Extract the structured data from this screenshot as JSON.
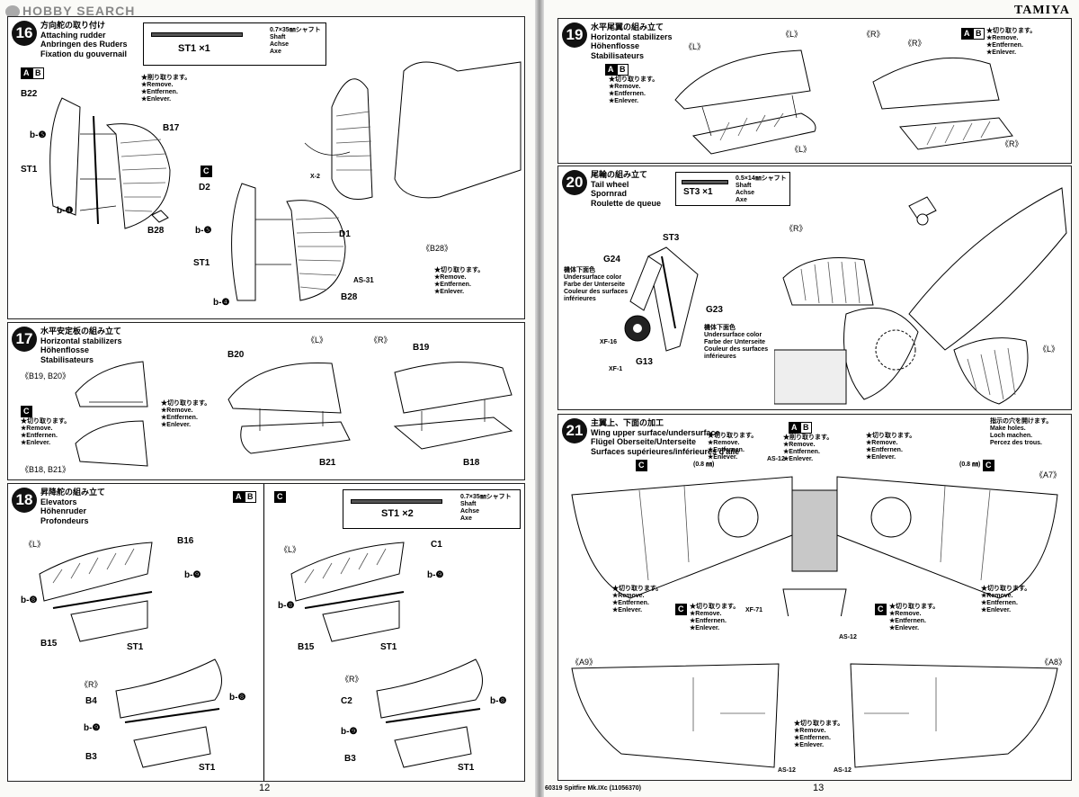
{
  "watermark": {
    "text": "HOBBY SEARCH"
  },
  "brand": "TAMIYA",
  "footer": {
    "left_page": "12",
    "right_page": "13",
    "code": "60319 Spitfire Mk.IXc (11056370)"
  },
  "common": {
    "remove": [
      "★削り取ります。",
      "★Remove.",
      "★Entfernen.",
      "★Enlever."
    ],
    "remove_cut": [
      "★切り取ります。",
      "★Remove.",
      "★Entfernen.",
      "★Enlever."
    ],
    "holes": [
      "指示の穴を開けます。",
      "Make holes.",
      "Loch machen.",
      "Percez des trous."
    ],
    "shaft_35": [
      "0.7×35㎜シャフト",
      "Shaft",
      "Achse",
      "Axe"
    ],
    "shaft_14": [
      "0.5×14㎜シャフト",
      "Shaft",
      "Achse",
      "Axe"
    ],
    "undersurface": [
      "機体下面色",
      "Undersurface color",
      "Farbe der Unterseite",
      "Couleur des surfaces",
      "inférieures"
    ]
  },
  "steps": [
    {
      "num": "16",
      "title": [
        "方向舵の取り付け",
        "Attaching rudder",
        "Anbringen des Ruders",
        "Fixation du gouvernail"
      ],
      "shaft_label": "ST1 ×1",
      "labels": {
        "ab": [
          "A",
          "B"
        ],
        "c": "C",
        "b22": "B22",
        "b17": "B17",
        "b5": "b-❺",
        "st1": "ST1",
        "b4": "b-❹",
        "b28": "B28",
        "d2": "D2",
        "d1": "D1",
        "b5c": "b-❺",
        "st1c": "ST1",
        "b4c": "b-❹",
        "as31": "AS-31",
        "b28c": "B28",
        "b28box": "《B28》",
        "x2": "X-2"
      }
    },
    {
      "num": "17",
      "title": [
        "水平安定板の組み立て",
        "Horizontal stabilizers",
        "Höhenflosse",
        "Stabilisateurs"
      ],
      "labels": {
        "b19b20": "《B19, B20》",
        "b18b21": "《B18, B21》",
        "c": "C",
        "l": "《L》",
        "r": "《R》",
        "b20": "B20",
        "b21": "B21",
        "b19": "B19",
        "b18": "B18"
      }
    },
    {
      "num": "18",
      "title": [
        "昇降舵の組み立て",
        "Elevators",
        "Höhenruder",
        "Profondeurs"
      ],
      "shaft_label": "ST1 ×2",
      "labels": {
        "ab": [
          "A",
          "B"
        ],
        "c": "C",
        "l": "《L》",
        "r": "《R》",
        "b16": "B16",
        "b8": "b-❽",
        "b9": "b-❾",
        "b15": "B15",
        "st1": "ST1",
        "b4": "B4",
        "b3": "B3",
        "c1": "C1",
        "c2": "C2"
      }
    },
    {
      "num": "19",
      "title": [
        "水平尾翼の組み立て",
        "Horizontal stabilizers",
        "Höhenflosse",
        "Stabilisateurs"
      ],
      "labels": {
        "ab": [
          "A",
          "B"
        ],
        "l": "《L》",
        "r": "《R》"
      }
    },
    {
      "num": "20",
      "title": [
        "尾輪の組み立て",
        "Tail wheel",
        "Spornrad",
        "Roulette de queue"
      ],
      "shaft_label": "ST3 ×1",
      "labels": {
        "st3": "ST3",
        "g24": "G24",
        "g23": "G23",
        "xf16": "XF-16",
        "xf1": "XF-1",
        "g13": "G13",
        "r": "《R》",
        "l": "《L》"
      }
    },
    {
      "num": "21",
      "title": [
        "主翼上、下面の加工",
        "Wing upper surface/undersurface",
        "Flügel Oberseite/Unterseite",
        "Surfaces supérieures/inférieures d'aile"
      ],
      "labels": {
        "ab": [
          "A",
          "B"
        ],
        "c": "C",
        "mm": "(0.8 ㎜)",
        "as12": "AS-12",
        "xf71": "XF-71",
        "a7": "《A7》",
        "a8": "《A8》",
        "a9": "《A9》"
      }
    }
  ]
}
